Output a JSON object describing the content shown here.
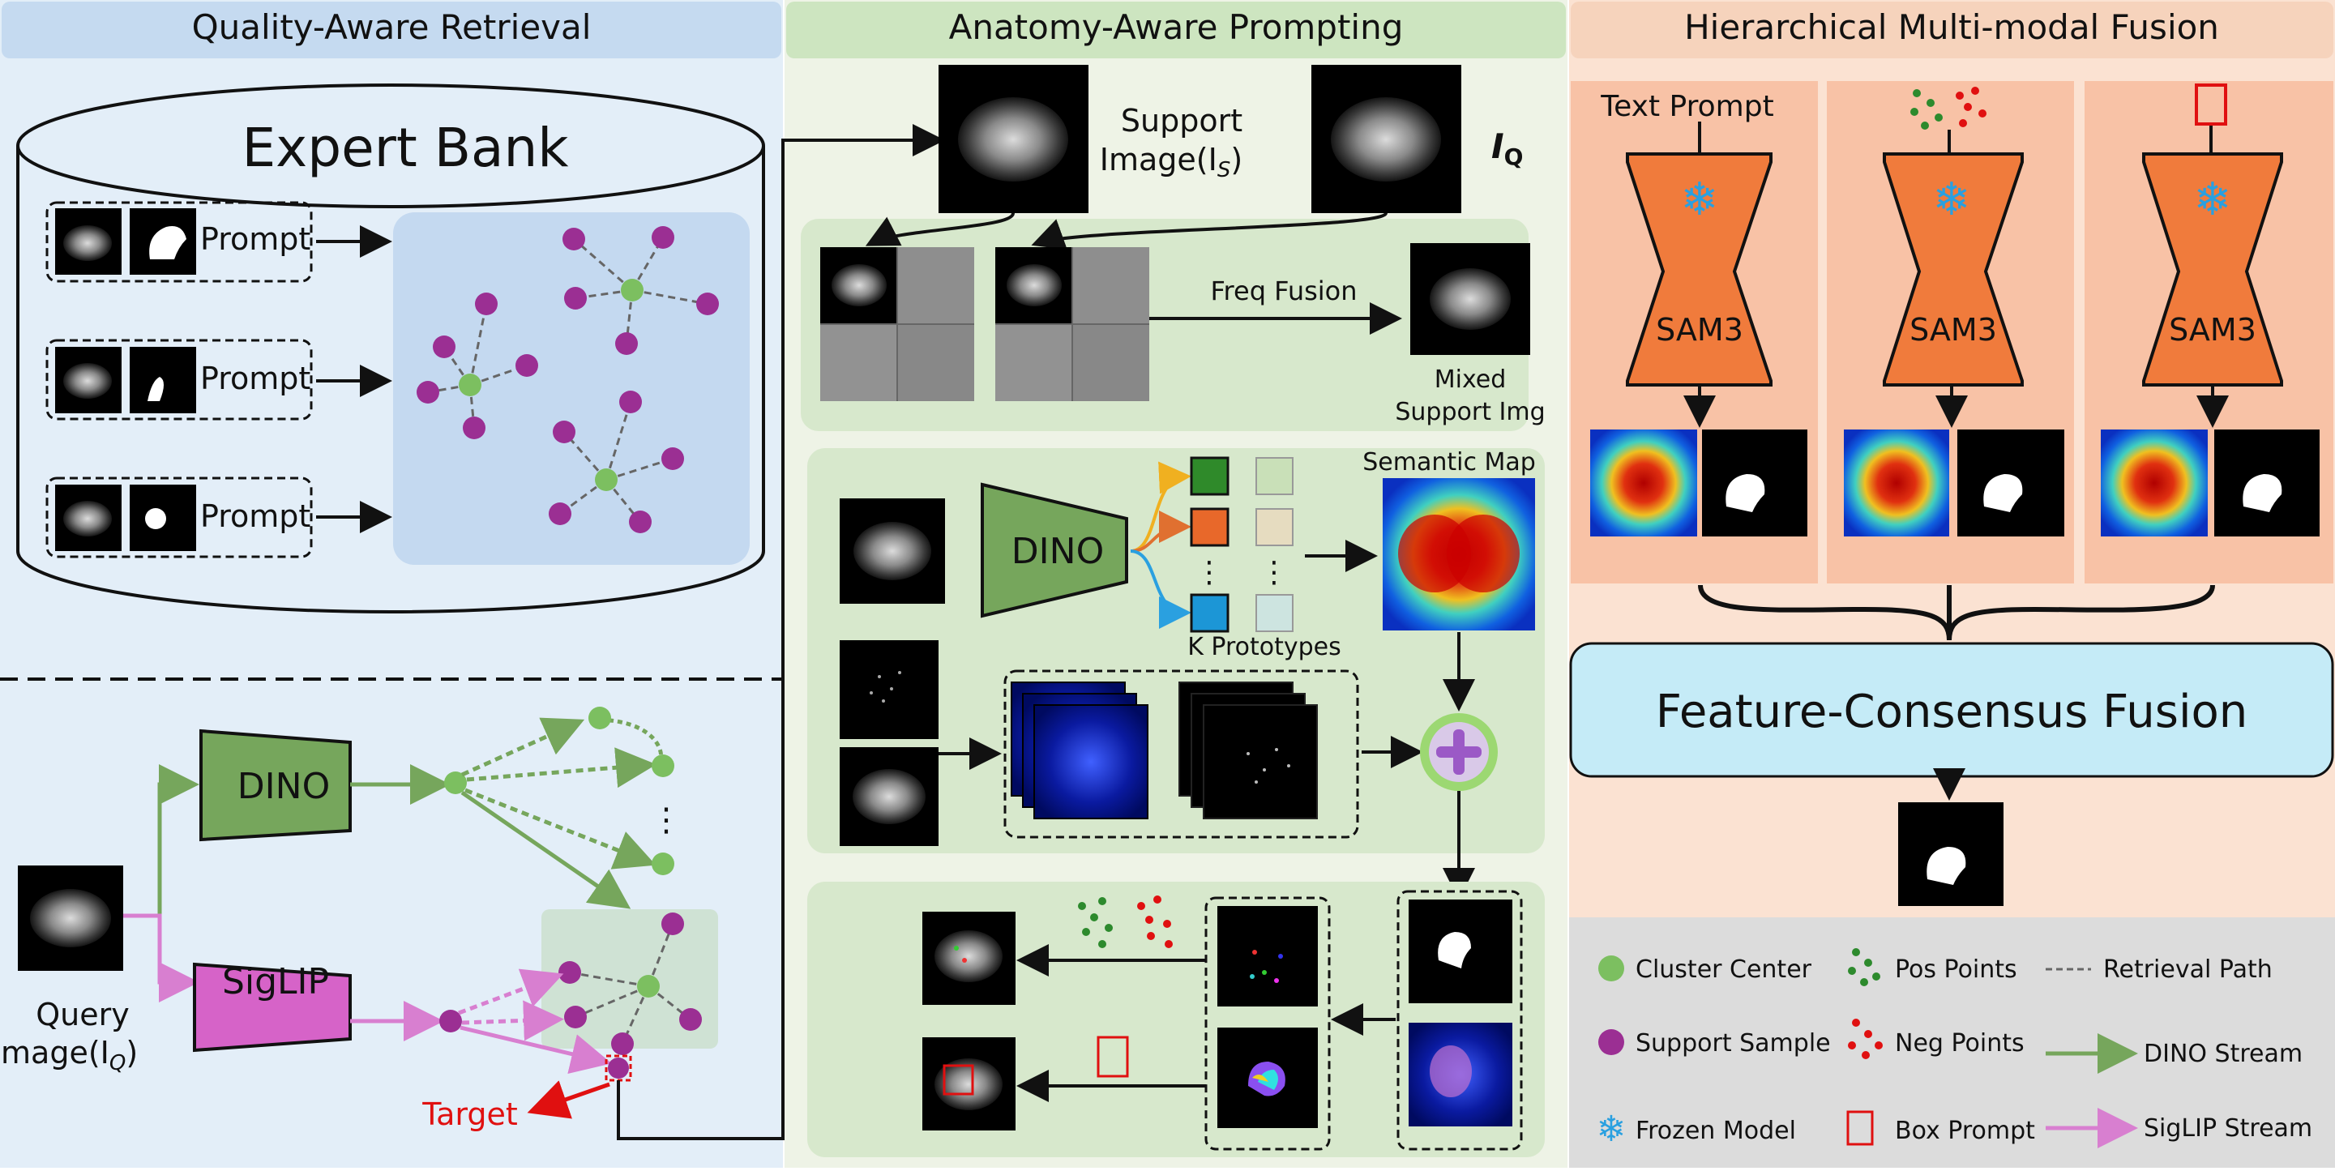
{
  "panels": {
    "left_title": "Quality-Aware Retrieval",
    "middle_title": "Anatomy-Aware Prompting",
    "right_title": "Hierarchical Multi-modal Fusion"
  },
  "left": {
    "bank_title": "Expert Bank",
    "prompt_label": "Prompt",
    "dino_label": "DINO",
    "siglip_label": "SigLIP",
    "query_label_1": "Query",
    "query_label_2": "Image(I",
    "query_sub": "Q",
    "query_close": ")",
    "target_label": "Target",
    "ellipsis": "⋮"
  },
  "middle": {
    "support_label_1": "Support",
    "support_label_2": "Image(I",
    "support_sub": "S",
    "support_close": ")",
    "iq_label": "I",
    "iq_sub": "Q",
    "freq_fusion": "Freq Fusion",
    "mixed_1": "Mixed",
    "mixed_2": "Support Img",
    "dino_label": "DINO",
    "semantic_map": "Semantic Map",
    "k_prototypes": "K Prototypes",
    "ellipsis": "⋮"
  },
  "right": {
    "text_prompt": "Text Prompt",
    "sam_label": "SAM3",
    "fusion_label": "Feature-Consensus Fusion"
  },
  "legend": {
    "cluster_center": "Cluster Center",
    "pos_points": "Pos Points",
    "retrieval_path": "Retrieval Path",
    "support_sample": "Support Sample",
    "neg_points": "Neg Points",
    "dino_stream": "DINO Stream",
    "frozen_model": "Frozen Model",
    "box_prompt": "Box Prompt",
    "siglip_stream": "SigLIP Stream"
  },
  "colors": {
    "left_bg": "#e3eef8",
    "left_header": "#c5daf0",
    "middle_bg": "#eef3e6",
    "middle_header": "#cde5c0",
    "right_bg": "#fbe2d2",
    "right_header": "#f6d3bc",
    "sam_orange": "#f07b3c",
    "dino_green": "#76a65c",
    "siglip_pink": "#d663c8",
    "cluster_green": "#7cbf60",
    "support_purple": "#9b2f93",
    "fusion_blue": "#c5ebf7",
    "legend_bg": "#dcdcdc"
  }
}
